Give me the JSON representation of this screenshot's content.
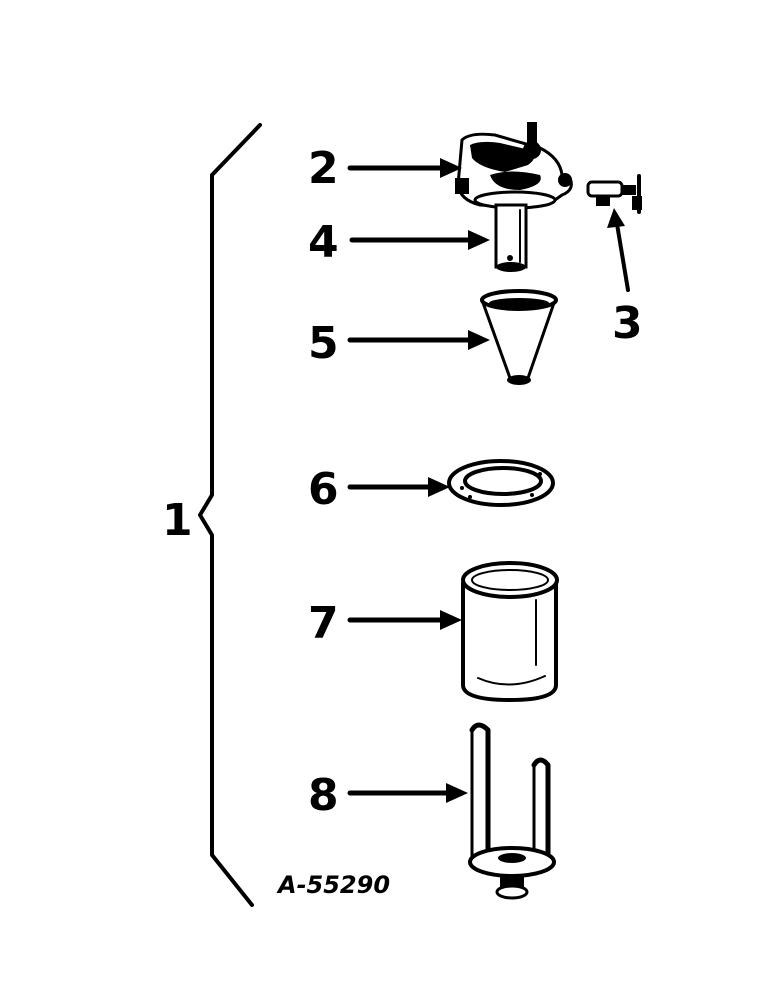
{
  "diagram": {
    "assembly_callout": "1",
    "figure_code": "A-55290",
    "callouts": [
      {
        "id": "2",
        "label": "2"
      },
      {
        "id": "3",
        "label": "3"
      },
      {
        "id": "4",
        "label": "4"
      },
      {
        "id": "5",
        "label": "5"
      },
      {
        "id": "6",
        "label": "6"
      },
      {
        "id": "7",
        "label": "7"
      },
      {
        "id": "8",
        "label": "8"
      }
    ]
  }
}
